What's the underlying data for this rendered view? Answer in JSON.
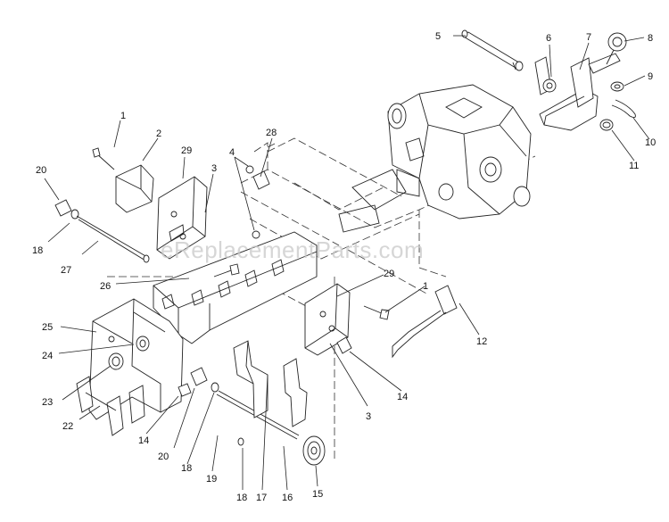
{
  "watermark": "eReplacementParts.com",
  "labels": [
    {
      "id": "l1a",
      "text": "1"
    },
    {
      "id": "l2",
      "text": "2"
    },
    {
      "id": "l3a",
      "text": "3"
    },
    {
      "id": "l4",
      "text": "4"
    },
    {
      "id": "l5",
      "text": "5"
    },
    {
      "id": "l6",
      "text": "6"
    },
    {
      "id": "l7",
      "text": "7"
    },
    {
      "id": "l8",
      "text": "8"
    },
    {
      "id": "l9",
      "text": "9"
    },
    {
      "id": "l10",
      "text": "10"
    },
    {
      "id": "l11",
      "text": "11"
    },
    {
      "id": "l12",
      "text": "12"
    },
    {
      "id": "l14a",
      "text": "14"
    },
    {
      "id": "l14b",
      "text": "14"
    },
    {
      "id": "l15",
      "text": "15"
    },
    {
      "id": "l16",
      "text": "16"
    },
    {
      "id": "l17",
      "text": "17"
    },
    {
      "id": "l18a",
      "text": "18"
    },
    {
      "id": "l18b",
      "text": "18"
    },
    {
      "id": "l18c",
      "text": "18"
    },
    {
      "id": "l19",
      "text": "19"
    },
    {
      "id": "l20a",
      "text": "20"
    },
    {
      "id": "l20b",
      "text": "20"
    },
    {
      "id": "l22",
      "text": "22"
    },
    {
      "id": "l23",
      "text": "23"
    },
    {
      "id": "l24",
      "text": "24"
    },
    {
      "id": "l25",
      "text": "25"
    },
    {
      "id": "l26",
      "text": "26"
    },
    {
      "id": "l27",
      "text": "27"
    },
    {
      "id": "l28",
      "text": "28"
    },
    {
      "id": "l29a",
      "text": "29"
    },
    {
      "id": "l29b",
      "text": "29"
    },
    {
      "id": "l1b",
      "text": "1"
    },
    {
      "id": "l3b",
      "text": "3"
    }
  ]
}
